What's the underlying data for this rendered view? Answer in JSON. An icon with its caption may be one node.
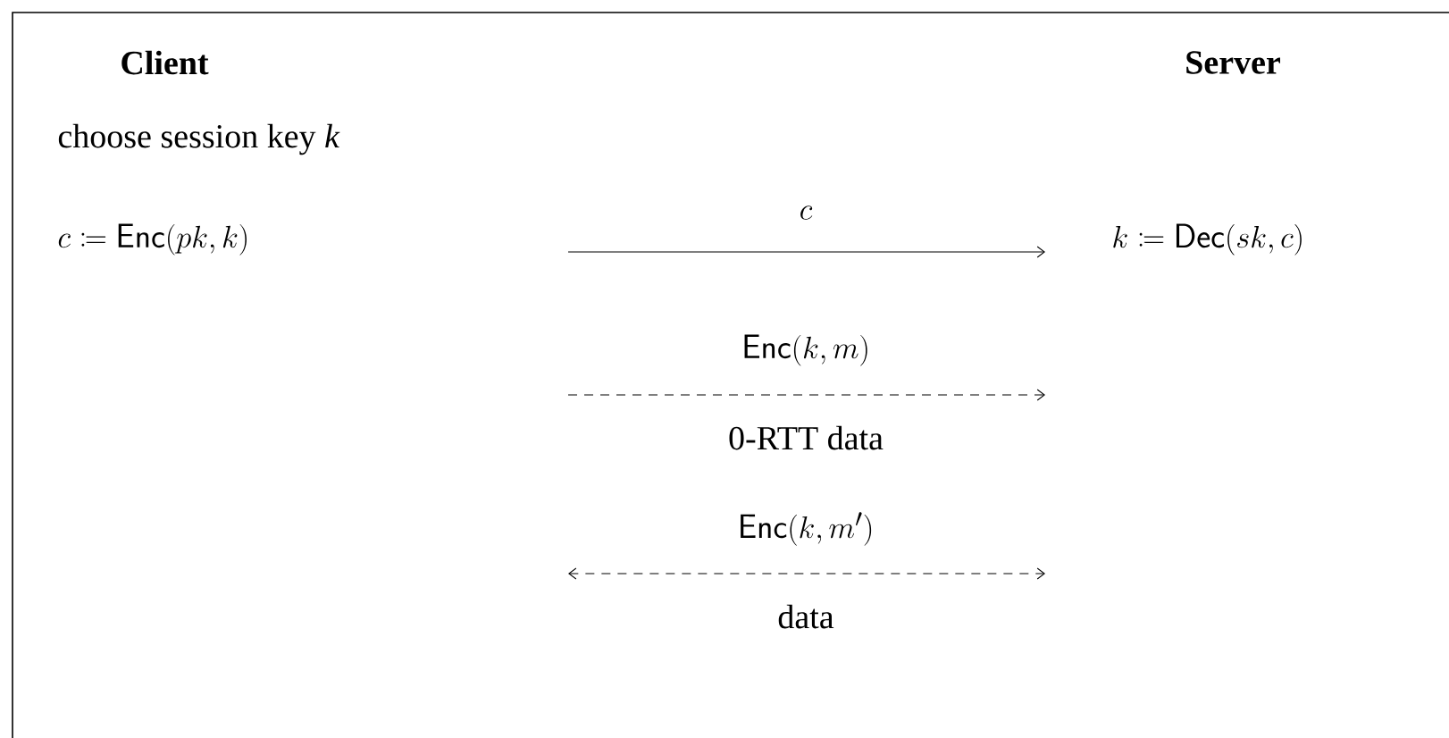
{
  "diagram": {
    "nodes": [
      {
        "text": [
          "Client"
        ]
      },
      {
        "text": [
          "Server"
        ]
      },
      {
        "text": [
          "choose session key *k*"
        ]
      },
      {
        "text": [
          "c \\coloneqq \\mathsf{Enc}(pk,k)"
        ]
      },
      {
        "text": [
          "k \\coloneqq \\mathsf{Dec}(sk,c)"
        ]
      }
    ],
    "labels": [
      "c",
      "\\mathsf{Enc}(k,m)",
      "0-RTT data",
      "\\mathsf{Enc}(k,m')",
      "data"
    ]
  }
}
